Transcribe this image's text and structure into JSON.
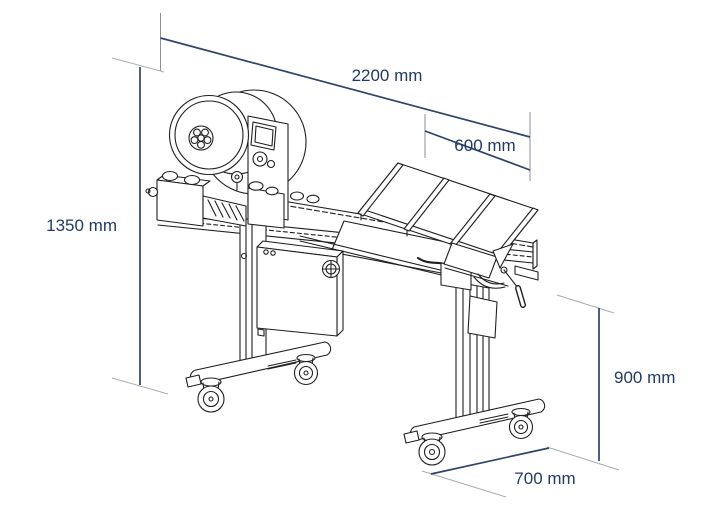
{
  "figure": {
    "description": "Isometric dimensioned line drawing of a banding machine with film reel, control panel, conveyor table, feed hopper and crank handle on a mobile caster stand"
  },
  "dimensions": {
    "overall_length": {
      "value": 2200,
      "unit": "mm",
      "label": "2200 mm"
    },
    "hopper_width": {
      "value": 600,
      "unit": "mm",
      "label": "600 mm"
    },
    "overall_height": {
      "value": 1350,
      "unit": "mm",
      "label": "1350 mm"
    },
    "stand_height": {
      "value": 900,
      "unit": "mm",
      "label": "900 mm"
    },
    "stand_depth": {
      "value": 700,
      "unit": "mm",
      "label": "700 mm"
    }
  },
  "colors": {
    "background": "#ffffff",
    "drawing_line": "#1f1f1f",
    "dimension_line": "#2e4369",
    "dimension_text": "#213a66",
    "extension_line": "#a8adb5"
  }
}
